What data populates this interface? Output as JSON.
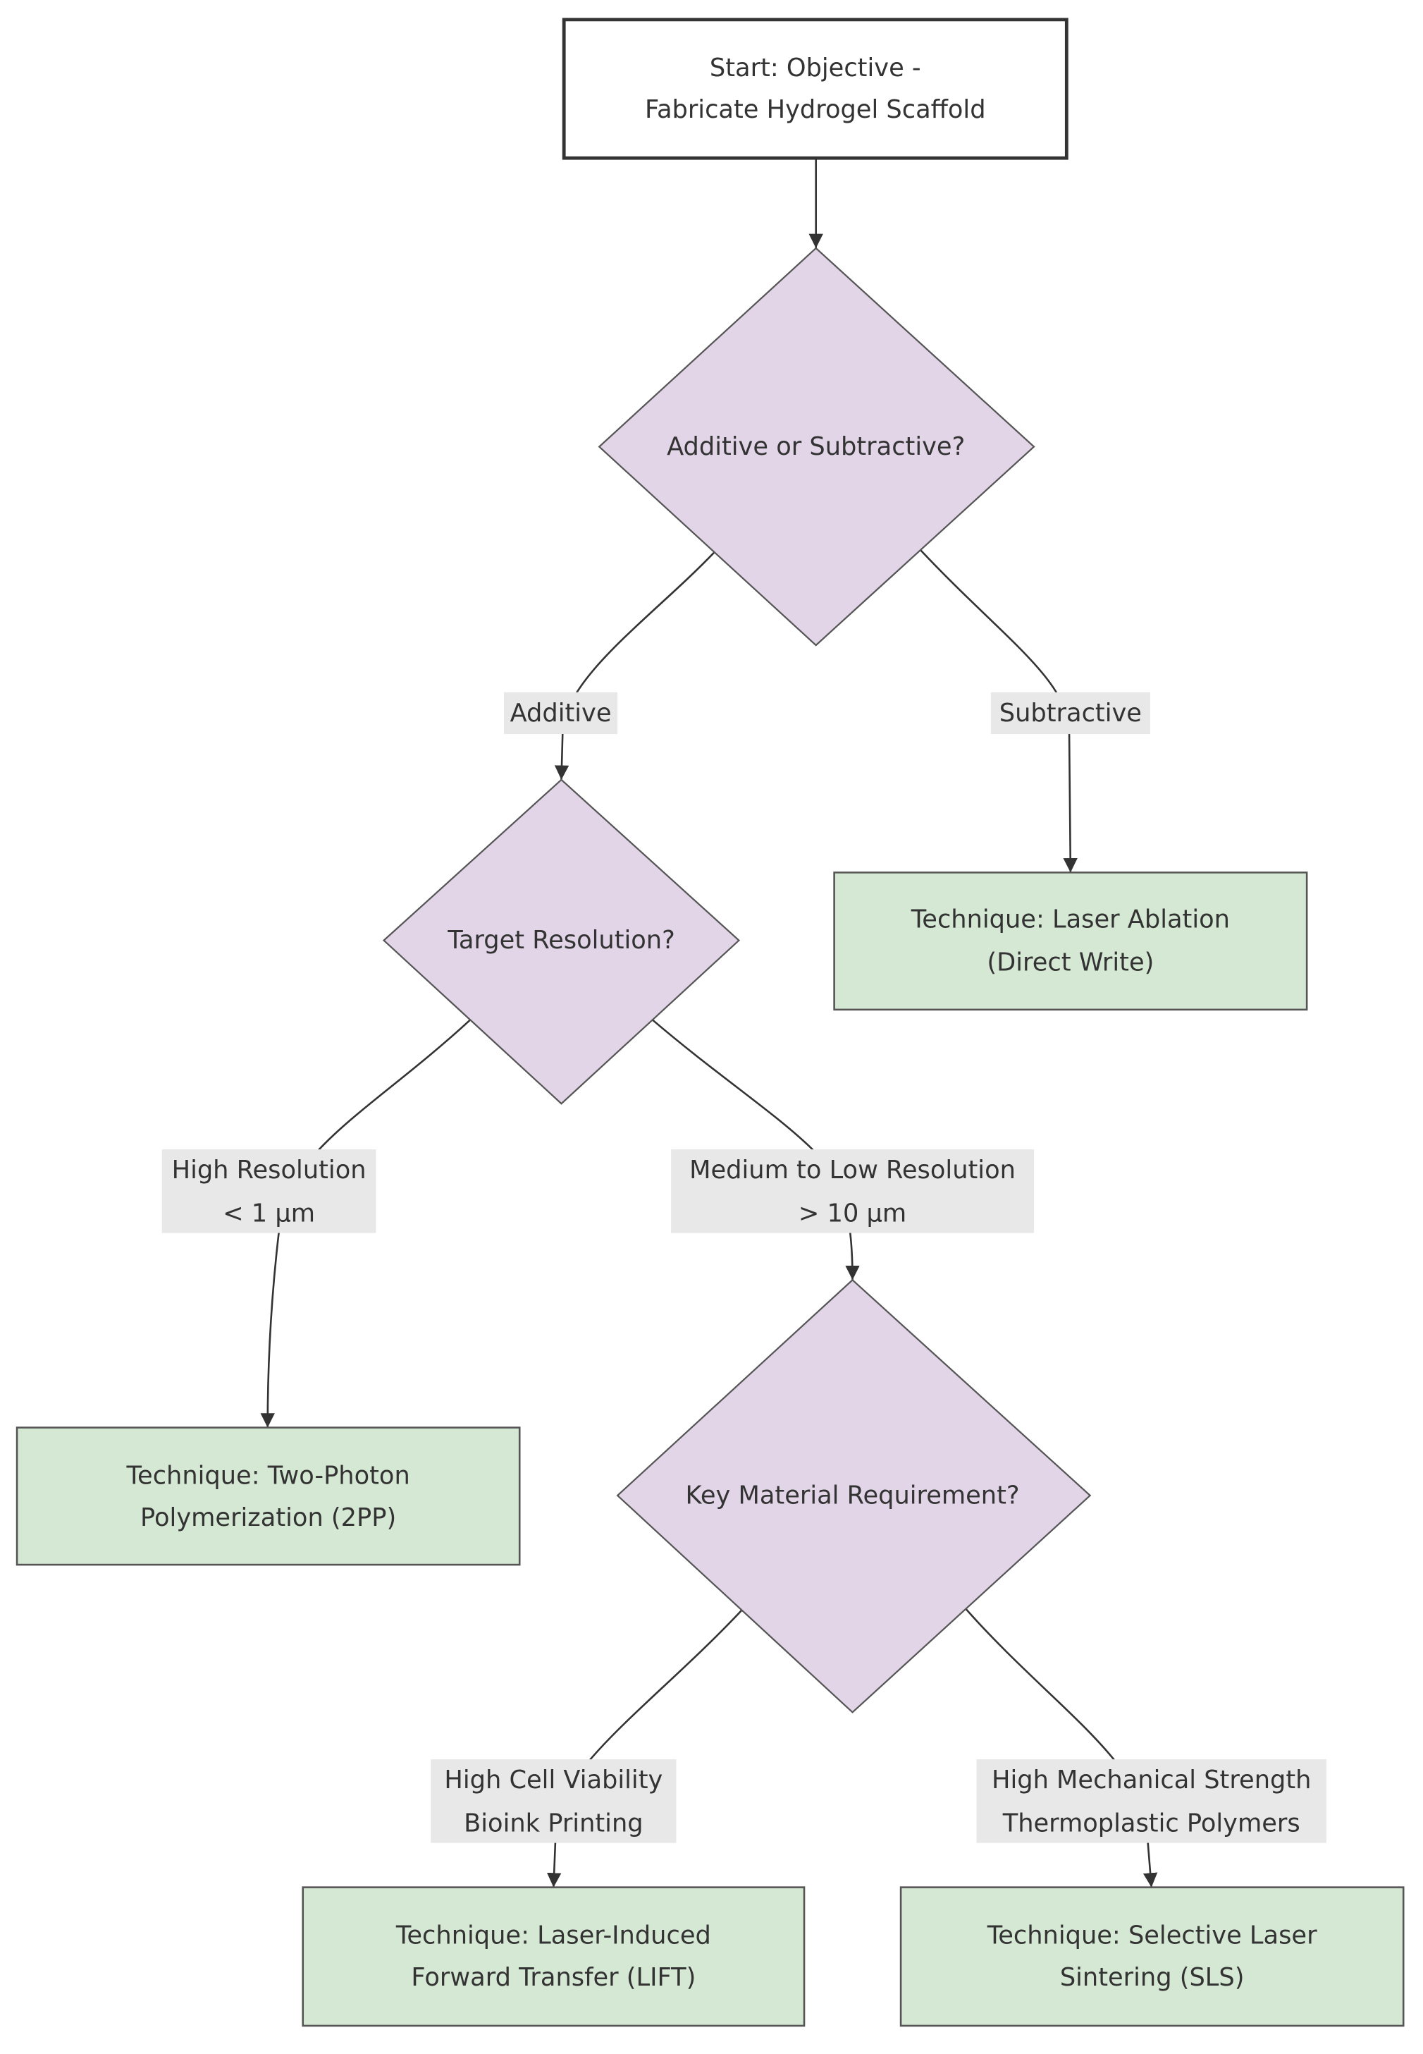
{
  "diagram": {
    "nodes": {
      "start": {
        "lines": [
          "Start: Objective -",
          "Fabricate Hydrogel Scaffold"
        ]
      },
      "additive_or_subtractive": {
        "text": "Additive or Subtractive?"
      },
      "target_resolution": {
        "text": "Target Resolution?"
      },
      "key_material_requirement": {
        "text": "Key Material Requirement?"
      },
      "laser_ablation": {
        "lines": [
          "Technique: Laser Ablation",
          "(Direct Write)"
        ]
      },
      "two_photon": {
        "lines": [
          "Technique: Two-Photon",
          "Polymerization (2PP)"
        ]
      },
      "lift": {
        "lines": [
          "Technique: Laser-Induced",
          "Forward Transfer (LIFT)"
        ]
      },
      "sls": {
        "lines": [
          "Technique: Selective Laser",
          "Sintering (SLS)"
        ]
      }
    },
    "edge_labels": {
      "additive": [
        "Additive"
      ],
      "subtractive": [
        "Subtractive"
      ],
      "high_resolution": [
        "High Resolution",
        "< 1 μm"
      ],
      "medium_low_resolution": [
        "Medium to Low Resolution",
        "> 10 μm"
      ],
      "high_cell_viability": [
        "High Cell Viability",
        "Bioink Printing"
      ],
      "high_mechanical_strength": [
        "High Mechanical Strength",
        "Thermoplastic Polymers"
      ]
    }
  },
  "colors": {
    "start_fill": "#ffffff",
    "decision_fill": "#e1d5e7",
    "technique_fill": "#d5e8d4",
    "edge_label_fill": "#e8e8e8",
    "stroke": "#333333",
    "text": "#333333"
  }
}
